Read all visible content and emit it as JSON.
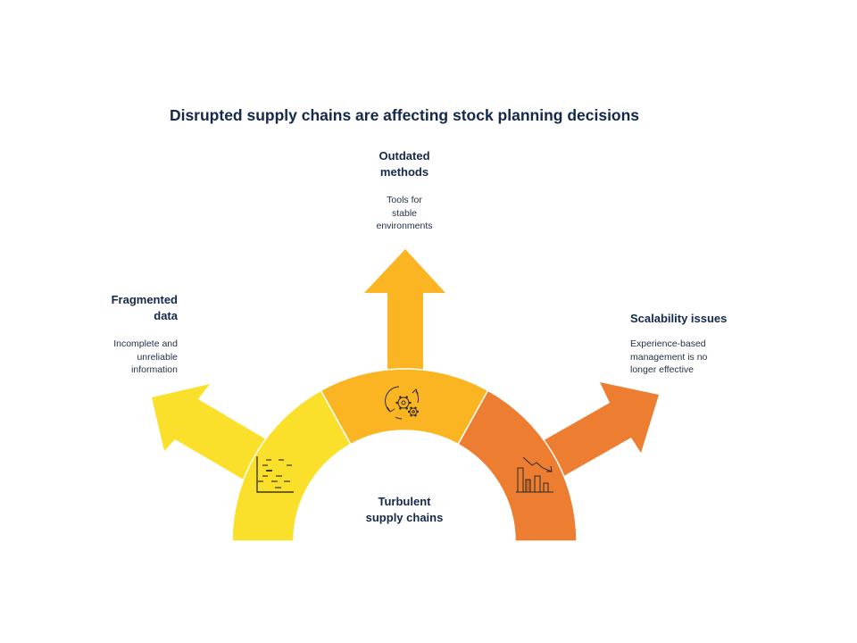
{
  "title": "Disrupted supply chains are affecting stock planning decisions",
  "center": {
    "line1": "Turbulent",
    "line2": "supply chains"
  },
  "branches": [
    {
      "id": "fragmented-data",
      "title_line1": "Fragmented",
      "title_line2": "data",
      "desc_lines": [
        "Incomplete and",
        "unreliable",
        "information"
      ],
      "icon": "data-scatter-icon",
      "color": "#fbe02b"
    },
    {
      "id": "outdated-methods",
      "title_line1": "Outdated",
      "title_line2": "methods",
      "desc_lines": [
        "Tools for",
        "stable",
        "environments"
      ],
      "icon": "gears-cycle-icon",
      "color": "#fbb523"
    },
    {
      "id": "scalability-issues",
      "title_line1": "Scalability issues",
      "desc_lines": [
        "Experience-based",
        "management is no",
        "longer effective"
      ],
      "icon": "declining-bar-chart-icon",
      "color": "#ed7d31"
    }
  ]
}
